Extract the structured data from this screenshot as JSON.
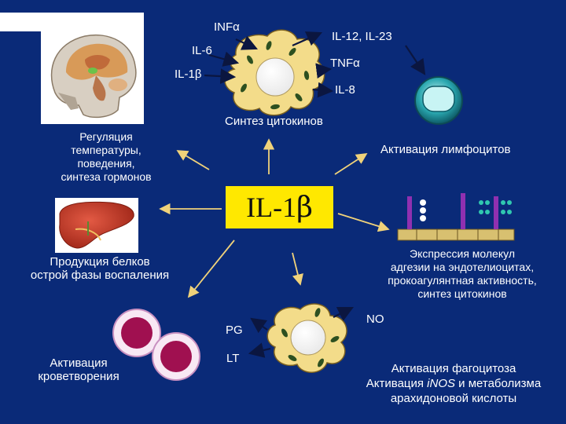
{
  "top_cell": {
    "inputs": [
      "INFα",
      "IL-6",
      "IL-1β"
    ],
    "outputs": [
      "IL-12, IL-23",
      "TNFα",
      "IL-8"
    ],
    "caption": "Синтез цитокинов"
  },
  "hub": {
    "label_prefix": "IL-1",
    "label_greek": "β"
  },
  "left_top": {
    "lines": [
      "Регуляция",
      "температуры,",
      "поведения,",
      "синтеза гормонов"
    ]
  },
  "right_top": {
    "text": "Активация лимфоцитов"
  },
  "left_mid": {
    "lines": [
      "Продукция белков",
      "острой фазы воспаления"
    ]
  },
  "right_mid": {
    "lines": [
      "Экспрессия молекул",
      "адгезии на эндотелиоцитах,",
      "прокоагулянтная активность,",
      "синтез цитокинов"
    ]
  },
  "left_bottom": {
    "lines": [
      "Активация",
      "кроветворения"
    ]
  },
  "bottom_cell": {
    "inputs": [
      "PG",
      "LT"
    ],
    "output": "NO"
  },
  "right_bottom": {
    "line1": "Активация фагоцитоза",
    "line2_pre": "Активация ",
    "line2_em": "iNOS",
    "line2_post": " и метаболизма",
    "line3": "арахидоновой кислоты"
  },
  "colors": {
    "background": "#0a2a78",
    "hub": "#ffe800",
    "cell": "#f3dc8a",
    "arrow": "#f0d27a",
    "lymphocyte": "#1a9aa0"
  }
}
